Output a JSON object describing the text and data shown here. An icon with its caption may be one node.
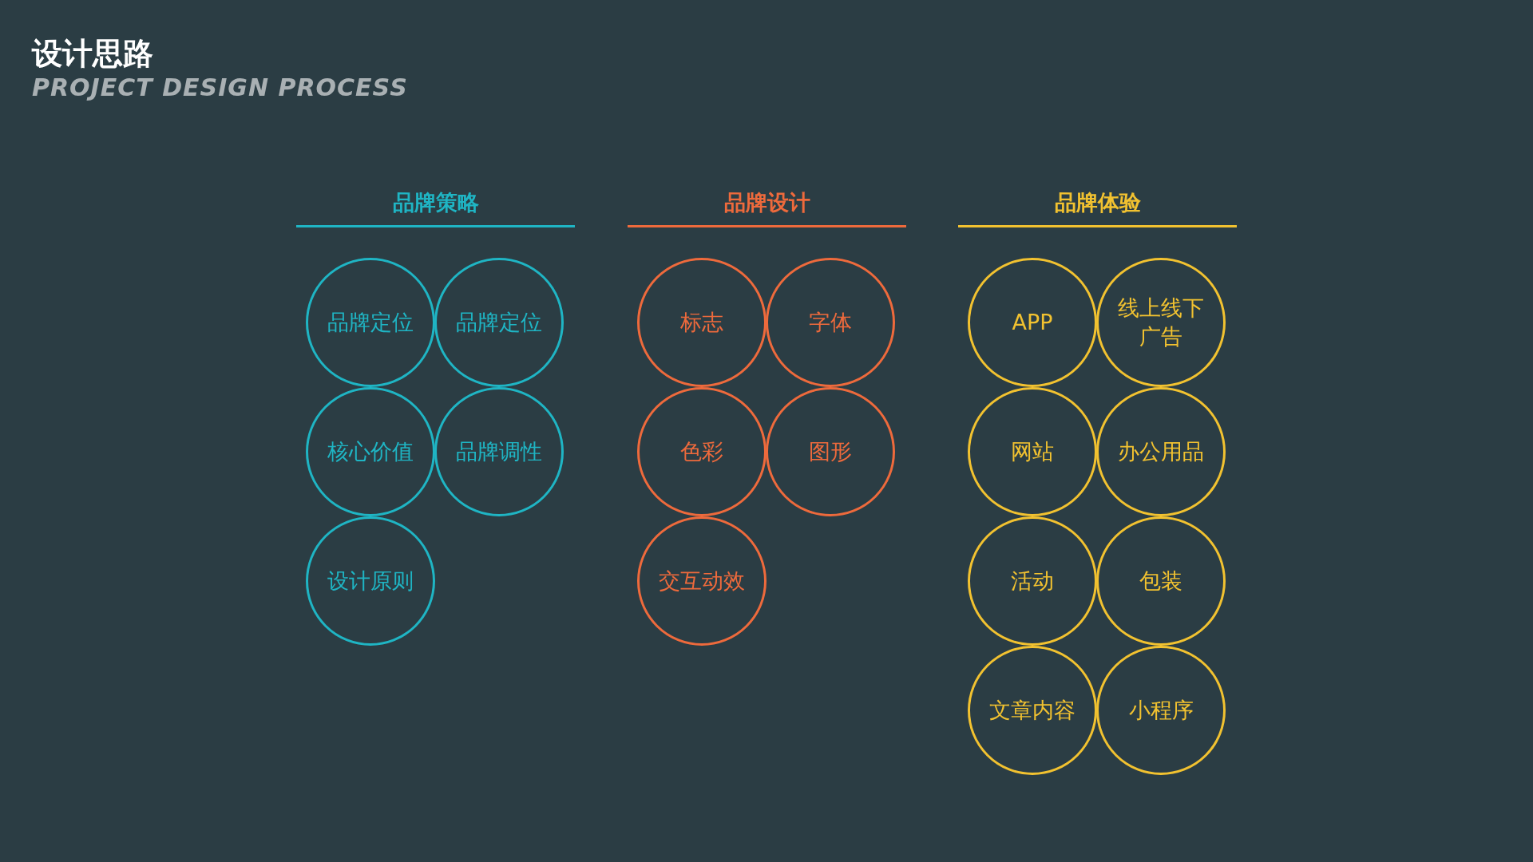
{
  "diagram": {
    "title": "设计思路",
    "nodes": [
      {
        "text": [
          "品牌定位"
        ]
      },
      {
        "text": [
          "品牌定位"
        ]
      },
      {
        "text": [
          "核心价值"
        ]
      },
      {
        "text": [
          "品牌调性"
        ]
      },
      {
        "text": [
          "设计原则"
        ]
      },
      {
        "text": [
          "标志"
        ]
      },
      {
        "text": [
          "字体"
        ]
      },
      {
        "text": [
          "色彩"
        ]
      },
      {
        "text": [
          "图形"
        ]
      },
      {
        "text": [
          "交互动效"
        ]
      },
      {
        "text": [
          "APP"
        ]
      },
      {
        "text": [
          "线上线下广告"
        ]
      },
      {
        "text": [
          "网站"
        ]
      },
      {
        "text": [
          "办公用品"
        ]
      },
      {
        "text": [
          "活动"
        ]
      },
      {
        "text": [
          "包装"
        ]
      },
      {
        "text": [
          "文章内容"
        ]
      },
      {
        "text": [
          "小程序"
        ]
      }
    ],
    "labels": [
      "PROJECT DESIGN PROCESS",
      "品牌策略",
      "品牌设计",
      "品牌体验"
    ]
  }
}
